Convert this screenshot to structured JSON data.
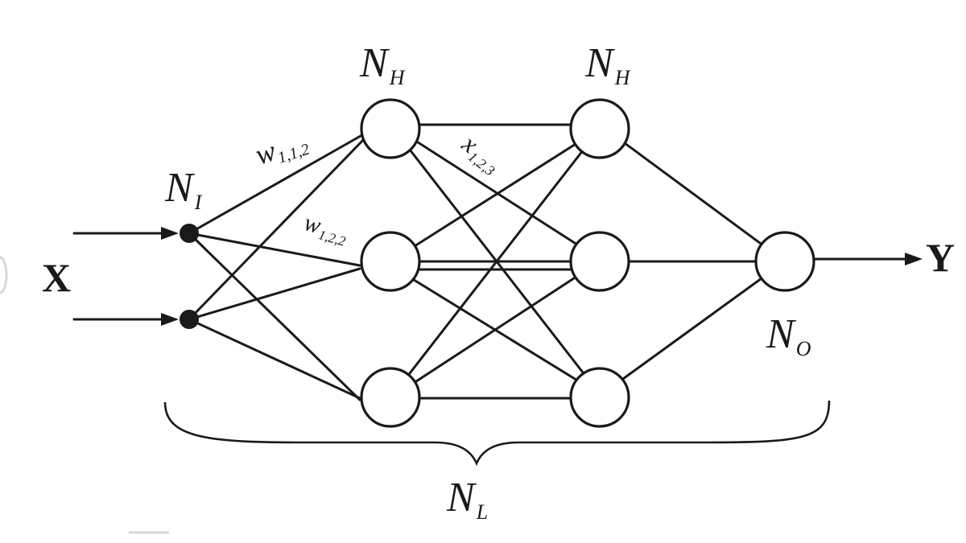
{
  "labels": {
    "input_layer": {
      "main": "N",
      "sub": "I"
    },
    "hidden_layer_1": {
      "main": "N",
      "sub": "H"
    },
    "hidden_layer_2": {
      "main": "N",
      "sub": "H"
    },
    "output_layer": {
      "main": "N",
      "sub": "O"
    },
    "all_layers": {
      "main": "N",
      "sub": "L"
    },
    "weight_a": {
      "main": "w",
      "sub": "1,1,2"
    },
    "weight_b": {
      "main": "w",
      "sub": "1,2,2"
    },
    "weight_c": {
      "main": "x",
      "sub": "1,2,3"
    },
    "input": "X",
    "output": "Y"
  },
  "structure": {
    "input_nodes": 2,
    "hidden_layer_1_nodes": 3,
    "hidden_layer_2_nodes": 3,
    "output_nodes": 1
  }
}
